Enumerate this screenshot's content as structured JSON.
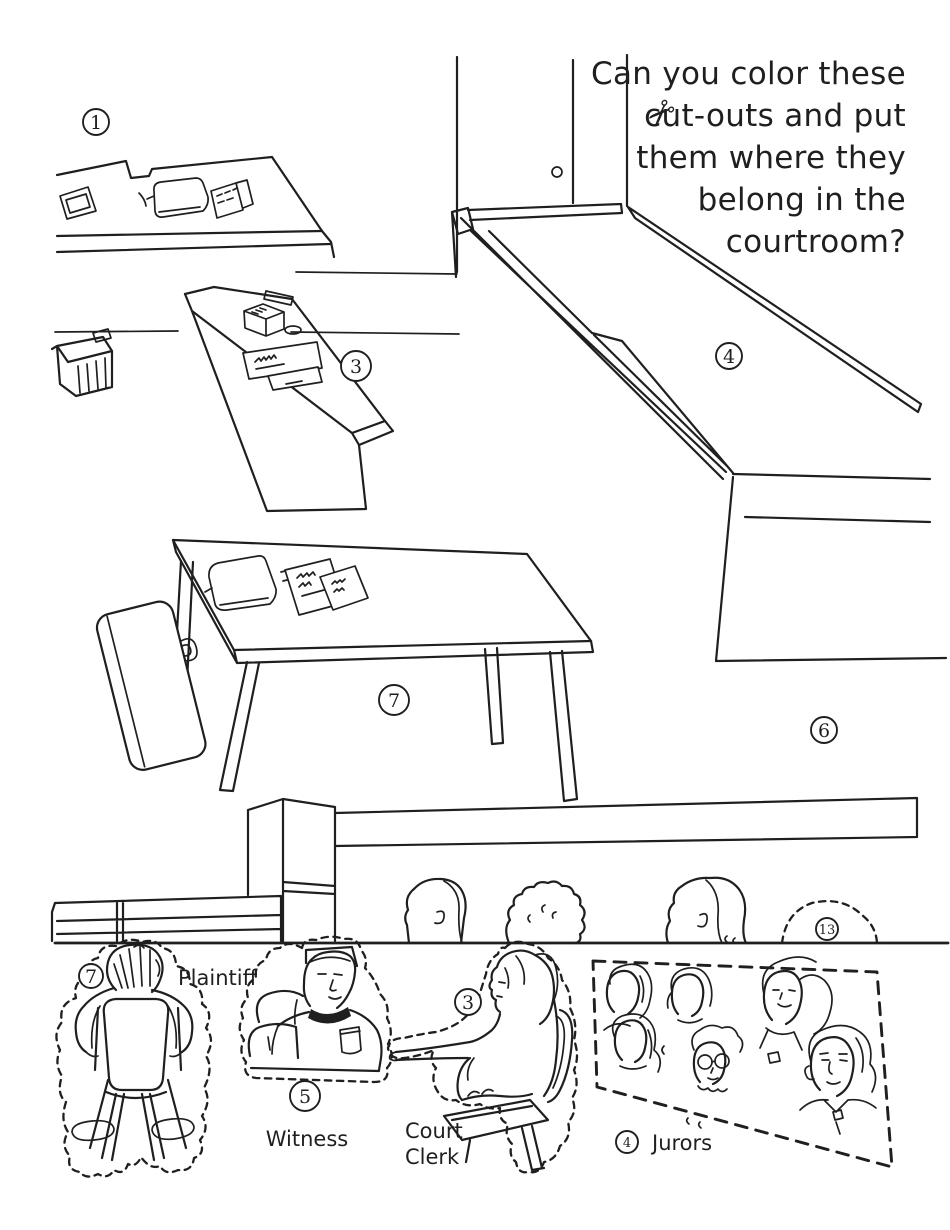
{
  "instruction": {
    "line1": "Can you color these",
    "line2": "cut-outs and put",
    "line3": "them where they",
    "line4": "belong in the",
    "line5": "courtroom?",
    "scissors_icon": "✂"
  },
  "scene": {
    "ink_color": "#1f1f1f",
    "paper_color": "#ffffff",
    "badges": {
      "judge_bench": "1",
      "clerk_desk": "3",
      "jury_box": "4",
      "gallery_floor": "6",
      "counsel_table": "7",
      "gallery_seat": "13"
    }
  },
  "cutouts": {
    "plaintiff": {
      "number": "7",
      "label": "Plaintiff"
    },
    "witness": {
      "number": "5",
      "label": "Witness"
    },
    "court_clerk": {
      "number": "3",
      "label_line1": "Court",
      "label_line2": "Clerk"
    },
    "jurors": {
      "number": "4",
      "label": "Jurors"
    }
  }
}
